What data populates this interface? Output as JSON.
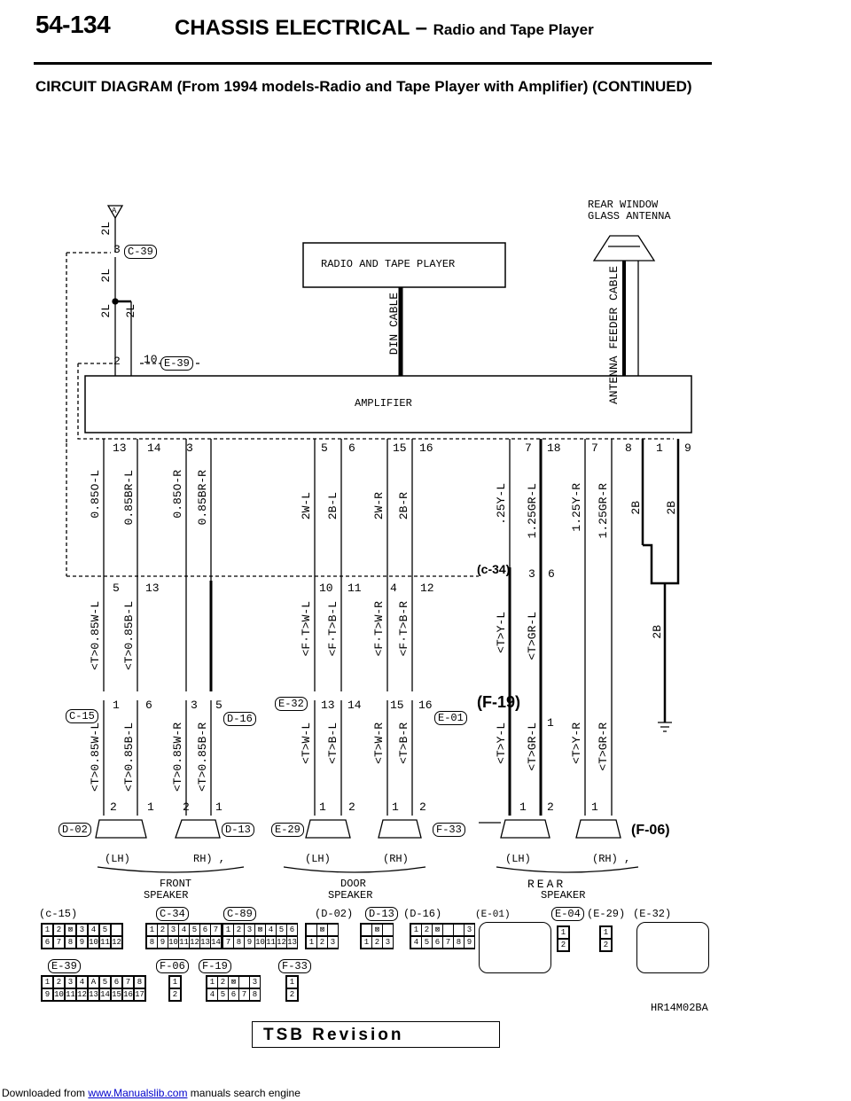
{
  "header": {
    "page_number": "54-134",
    "title_main": "CHASSIS ELECTRICAL",
    "title_dash": "–",
    "title_sub": "Radio and Tape Player",
    "circuit_heading": "CIRCUIT DIAGRAM (From 1994 models-Radio and Tape Player with Amplifier) (CONTINUED)"
  },
  "components": {
    "radio": "RADIO AND TAPE PLAYER",
    "amplifier": "AMPLIFIER",
    "din_cable": "DIN CABLE",
    "antenna_feeder": "ANTENNA FEEDER CABLE",
    "rear_window_line1": "REAR WINDOW",
    "rear_window_line2": "GLASS ANTENNA",
    "ref_a": "A"
  },
  "connectors": {
    "c39": "C-39",
    "e39": "E-39",
    "c15": "C-15",
    "d16": "D-16",
    "e32": "E-32",
    "e01": "E-01",
    "f19": "(F-19)",
    "c34": "(c-34)",
    "d02": "D-02",
    "d13": "D-13",
    "e29": "E-29",
    "f33": "F-33",
    "f06": "(F-06)"
  },
  "wires": {
    "w2l_a": "2L",
    "w2l_b": "2L",
    "w2l_c": "2L",
    "w2l_d": "2L",
    "amp_top": [
      "0.85O-L",
      "0.85BR-L",
      "0.85O-R",
      "0.85BR-R",
      "2W-L",
      "2B-L",
      "2W-R",
      "2B-R",
      ".25Y-L",
      "1.25GR-L",
      "1.25Y-R",
      "1.25GR-R",
      "2B",
      "2B"
    ],
    "mid": [
      "<T>0.85W-L",
      "<T>0.85B-L",
      "<F·T>W-L",
      "<F·T>B-L",
      "<F·T>W-R",
      "<F·T>B-R",
      "<T>Y-L",
      "<T>GR-L",
      "2B"
    ],
    "low": [
      "<T>0.85W-L",
      "<T>0.85B-L",
      "<T>0.85W-R",
      "<T>0.85B-R",
      "<T>W-L",
      "<T>B-L",
      "<T>W-R",
      "<T>B-R",
      "<T>Y-L",
      "<T>GR-L",
      "<T>Y-R",
      "<T>GR-R"
    ]
  },
  "pins": {
    "amp": [
      "13",
      "14",
      "3",
      "5",
      "6",
      "15",
      "16",
      "7",
      "18",
      "7",
      "8",
      "1",
      "9"
    ],
    "mid": [
      "5",
      "13",
      "10",
      "11",
      "4",
      "12",
      "3",
      "6"
    ],
    "low": [
      "1",
      "6",
      "3",
      "5",
      "13",
      "14",
      "15",
      "16",
      "1"
    ],
    "spk": [
      "2",
      "1",
      "2",
      "1",
      "1",
      "2",
      "1",
      "2",
      "1",
      "2",
      "1"
    ],
    "c39_pin": "3",
    "e39_pins": [
      "2",
      "10"
    ]
  },
  "speakers": {
    "front_lh": "(LH)",
    "front_rh": "RH) ,",
    "door_lh": "(LH)",
    "door_rh": "(RH)",
    "rear_lh": "(LH)",
    "rear_rh": "(RH) ,",
    "front_label_1": "FRONT",
    "front_label_2": "SPEAKER",
    "door_label_1": "DOOR",
    "door_label_2": "SPEAKER",
    "rear_label_1": "REAR",
    "rear_label_2": "SPEAKER"
  },
  "connector_index": {
    "row1": [
      "(c-15)",
      "C-34",
      "C-89",
      "(D-02)",
      "D-13",
      "(D-16)",
      "(E-01)",
      "E-04",
      "(E-29)",
      "(E-32)"
    ],
    "row2": [
      "E-39",
      "F-06",
      "F-19",
      "F-33"
    ]
  },
  "footer": {
    "drawing_code": "HR14M02BA",
    "tsb": "TSB Revision",
    "download_prefix": "Downloaded from",
    "download_link": "www.Manualslib.com",
    "download_suffix": "manuals search engine"
  }
}
